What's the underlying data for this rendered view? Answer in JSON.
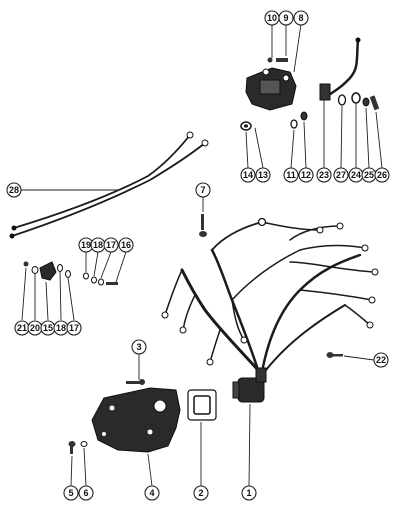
{
  "callouts": [
    {
      "id": "c10",
      "number": "10"
    },
    {
      "id": "c9",
      "number": "9"
    },
    {
      "id": "c8",
      "number": "8"
    },
    {
      "id": "c14",
      "number": "14"
    },
    {
      "id": "c13",
      "number": "13"
    },
    {
      "id": "c11",
      "number": "11"
    },
    {
      "id": "c12",
      "number": "12"
    },
    {
      "id": "c23",
      "number": "23"
    },
    {
      "id": "c27",
      "number": "27"
    },
    {
      "id": "c24",
      "number": "24"
    },
    {
      "id": "c25",
      "number": "25"
    },
    {
      "id": "c26",
      "number": "26"
    },
    {
      "id": "c28",
      "number": "28"
    },
    {
      "id": "c7",
      "number": "7"
    },
    {
      "id": "c19",
      "number": "19"
    },
    {
      "id": "c18a",
      "number": "18"
    },
    {
      "id": "c17a",
      "number": "17"
    },
    {
      "id": "c16",
      "number": "16"
    },
    {
      "id": "c21",
      "number": "21"
    },
    {
      "id": "c20",
      "number": "20"
    },
    {
      "id": "c15",
      "number": "15"
    },
    {
      "id": "c18b",
      "number": "18"
    },
    {
      "id": "c17b",
      "number": "17"
    },
    {
      "id": "c22",
      "number": "22"
    },
    {
      "id": "c3",
      "number": "3"
    },
    {
      "id": "c5",
      "number": "5"
    },
    {
      "id": "c6",
      "number": "6"
    },
    {
      "id": "c4",
      "number": "4"
    },
    {
      "id": "c2",
      "number": "2"
    },
    {
      "id": "c1",
      "number": "1"
    }
  ]
}
